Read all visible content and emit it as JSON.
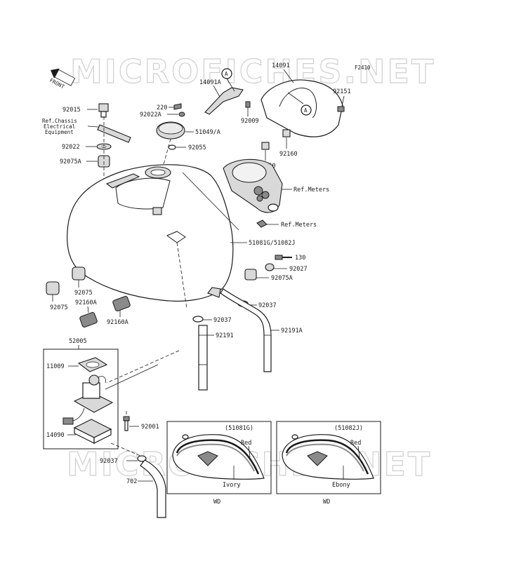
{
  "diagram": {
    "figure_code": "F2410",
    "watermark": "MICROFICHES.NET",
    "front_label": "FRONT",
    "callout_marker": "A",
    "part_labels": {
      "p92015": "92015",
      "ref_chassis_1": "Ref.Chassis",
      "ref_chassis_2": "Electrical",
      "ref_chassis_3": "Equipment",
      "p92022": "92022",
      "p92075A_top": "92075A",
      "p220": "220",
      "p92022A": "92022A",
      "p14091A": "14091A",
      "p92009": "92009",
      "p14091": "14091",
      "p92151": "92151",
      "p51049A": "51049/A",
      "p92055": "92055",
      "p92160_a": "92160",
      "p92160_b": "92160",
      "ref_meters_1": "Ref.Meters",
      "ref_meters_2": "Ref.Meters",
      "p51081G_51082J": "51081G/51082J",
      "p130": "130",
      "p92027": "92027",
      "p92075A_right": "92075A",
      "p92037_right": "92037",
      "p92037_mid": "92037",
      "p92191": "92191",
      "p92191A": "92191A",
      "p92075_left": "92075",
      "p92075_mid": "92075",
      "p92160A_left": "92160A",
      "p92160A_mid": "92160A",
      "p52005": "52005",
      "p11009": "11009",
      "p14090": "14090",
      "p92001": "92001",
      "p92037_bottom": "92037",
      "p702": "702"
    },
    "variants": [
      {
        "code": "(51081G)",
        "stripe": "Red",
        "color": "Ivory",
        "region": "WD"
      },
      {
        "code": "(51082J)",
        "stripe": "Red",
        "color": "Ebony",
        "region": "WD"
      }
    ]
  }
}
